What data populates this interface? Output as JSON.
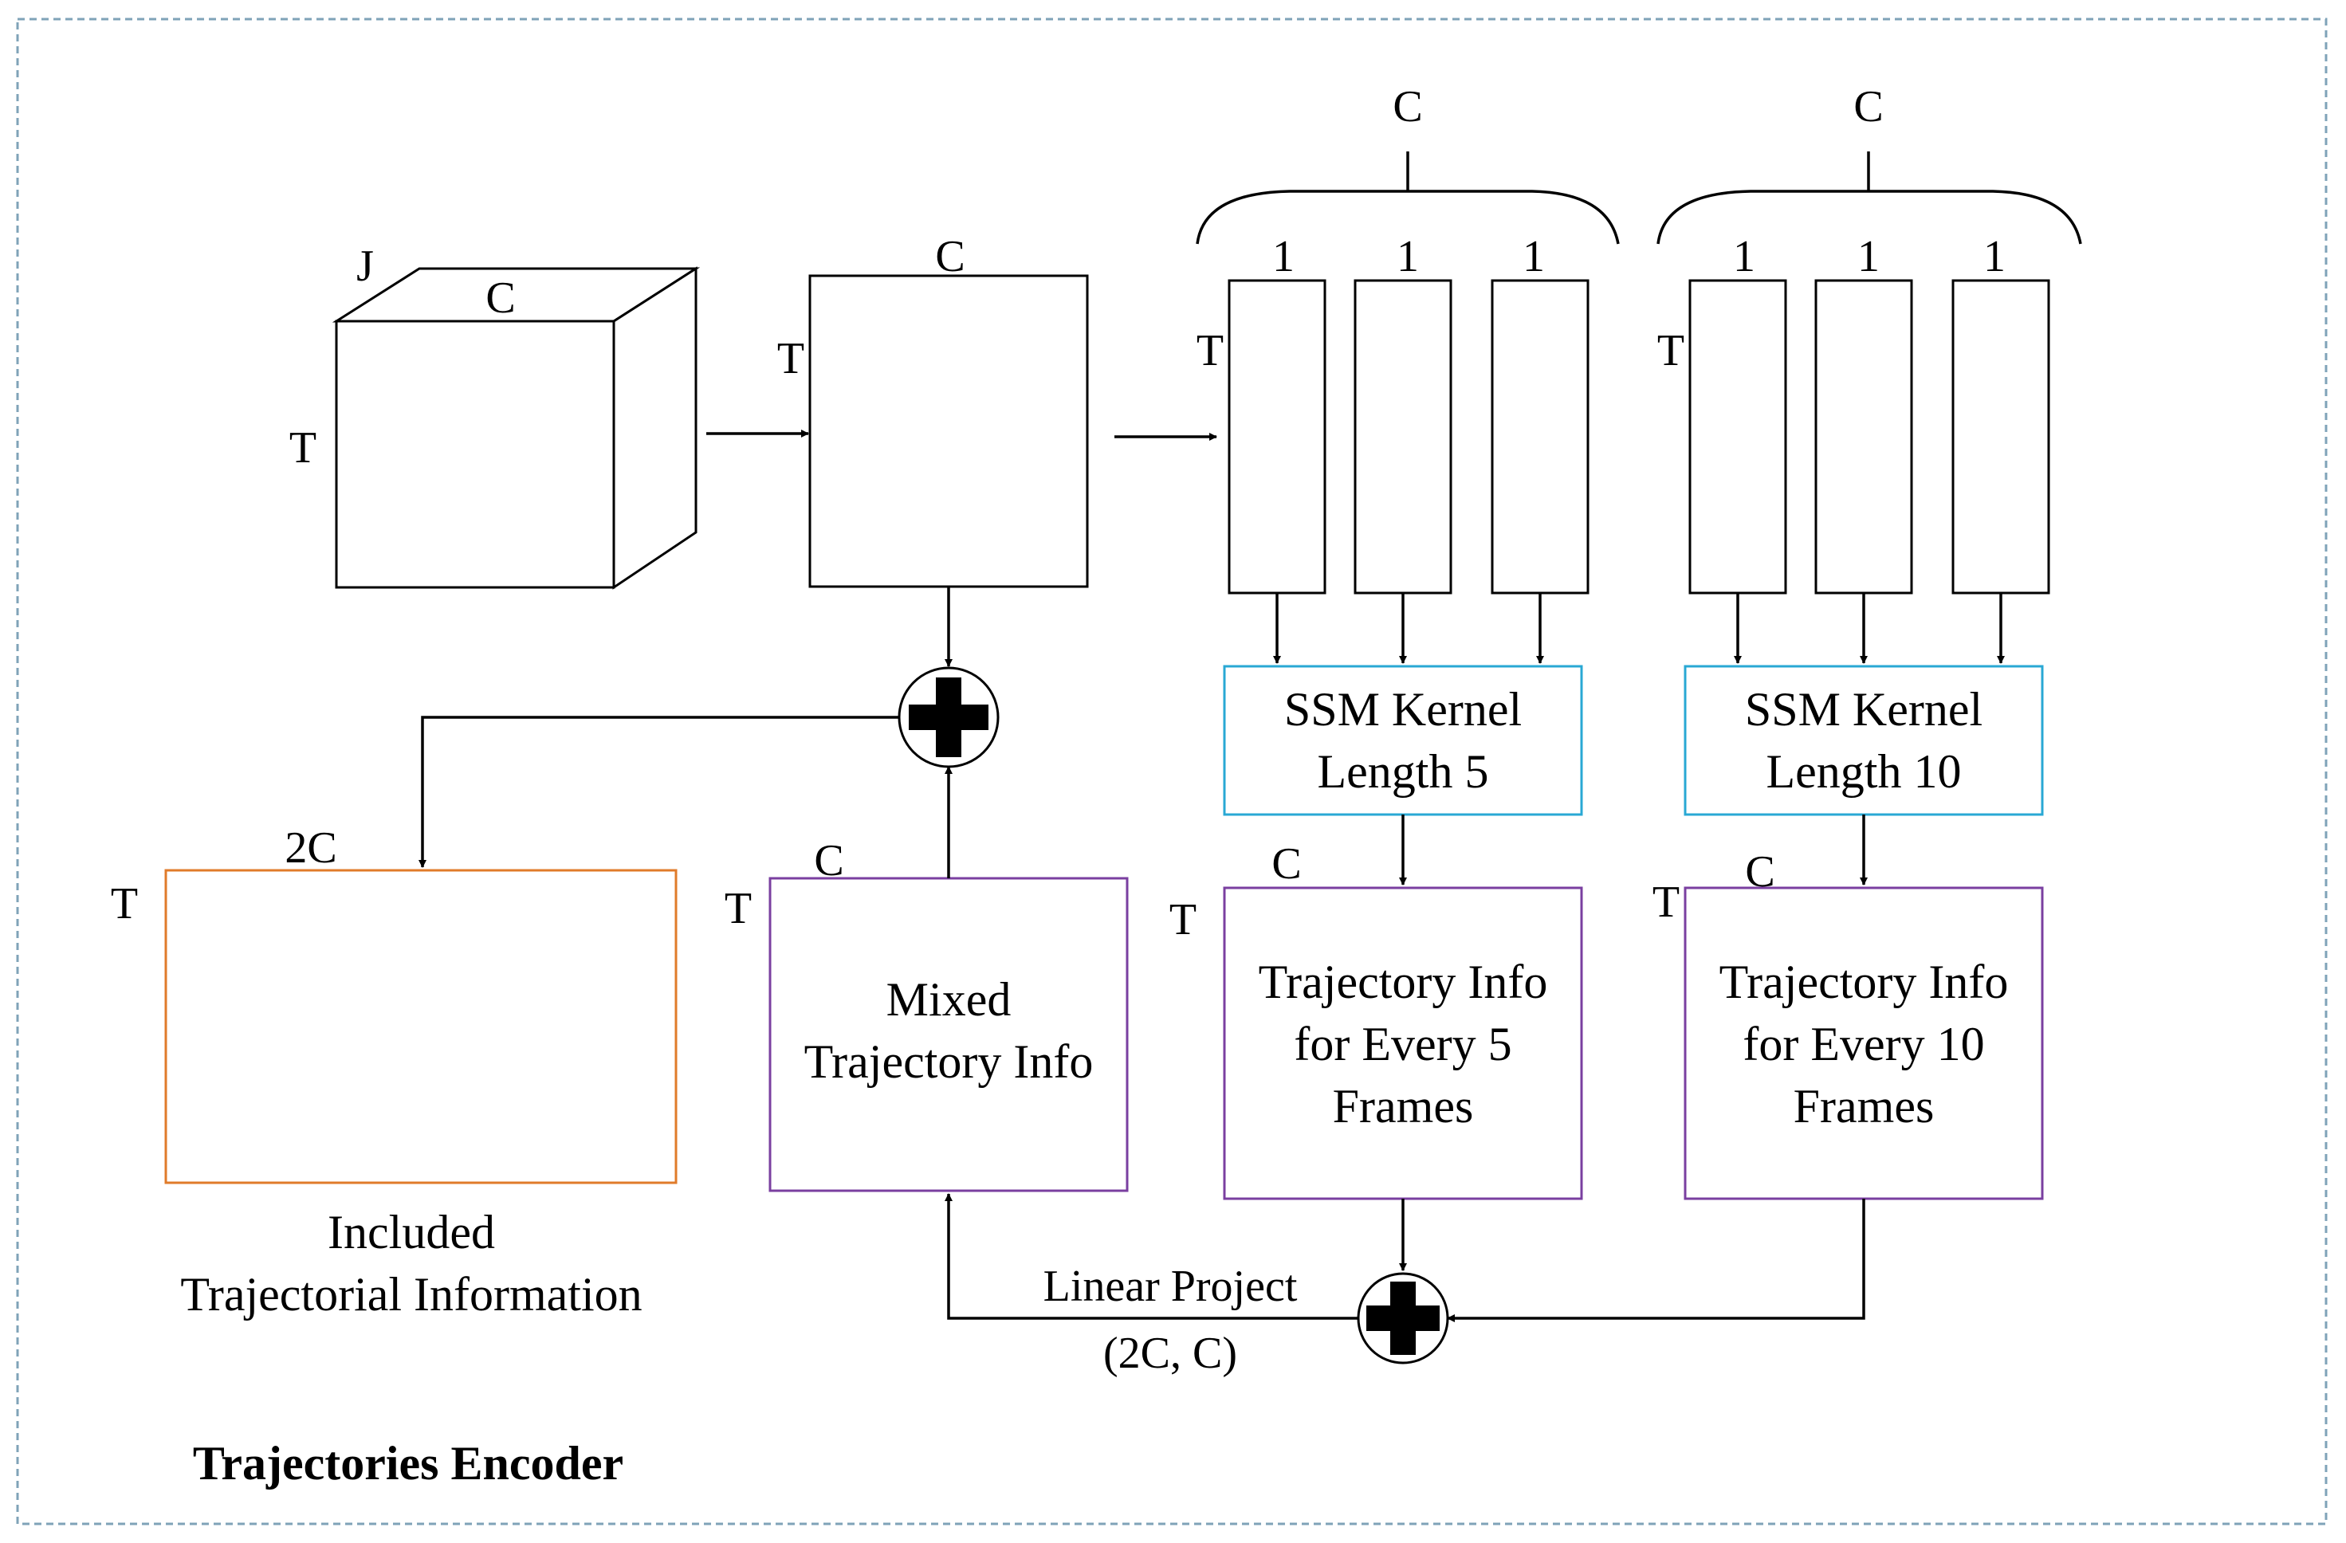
{
  "title": "Trajectories Encoder",
  "colors": {
    "frame": "#7fa3b8",
    "ssm_border": "#29a8d4",
    "traj_border": "#7a3fa0",
    "output_border": "#e07b2a",
    "plus_fill": "#000000"
  },
  "cube": {
    "label_j": "J",
    "label_c": "C",
    "label_t": "T"
  },
  "flat": {
    "label_c": "C",
    "label_t": "T"
  },
  "group5": {
    "brace_c": "C",
    "label_t": "T",
    "columns": [
      "1",
      "1",
      "1"
    ]
  },
  "group10": {
    "brace_c": "C",
    "label_t": "T",
    "columns": [
      "1",
      "1",
      "1"
    ]
  },
  "ssm5": {
    "line1": "SSM Kernel",
    "line2": "Length 5"
  },
  "ssm10": {
    "line1": "SSM Kernel",
    "line2": "Length 10"
  },
  "traj5": {
    "label_c": "C",
    "label_t": "T",
    "line1": "Trajectory Info",
    "line2": "for Every 5",
    "line3": "Frames"
  },
  "traj10": {
    "label_c": "C",
    "label_t": "T",
    "line1": "Trajectory Info",
    "line2": "for Every 10",
    "line3": "Frames"
  },
  "mixed": {
    "label_c": "C",
    "label_t": "T",
    "line1": "Mixed",
    "line2": "Trajectory Info"
  },
  "output": {
    "label_2c": "2C",
    "label_t": "T",
    "caption1": "Included",
    "caption2": "Trajectorial Information"
  },
  "linear": {
    "line1": "Linear Project",
    "line2": "(2C, C)"
  },
  "icons": {
    "add_top": "plus-circle",
    "add_bottom": "plus-circle"
  }
}
